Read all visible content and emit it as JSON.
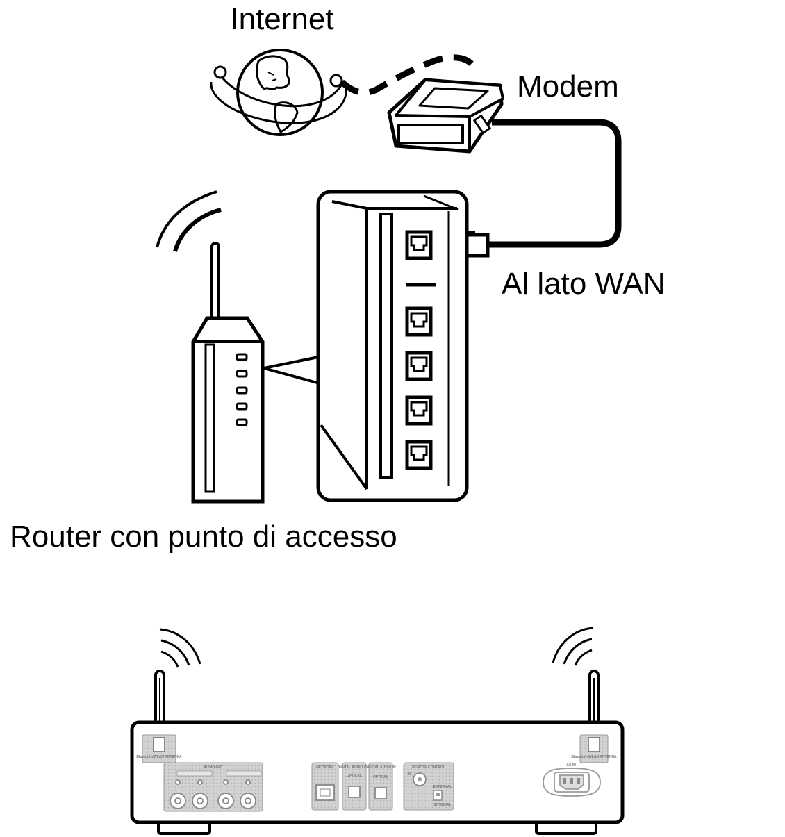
{
  "labels": {
    "internet": "Internet",
    "modem": "Modem",
    "wan": "Al lato WAN",
    "router": "Router con punto di accesso"
  },
  "rear_panel": {
    "antenna_left": "Bluetooth/WLAN ANTENNA",
    "antenna_right": "Bluetooth/WLAN ANTENNA",
    "audio_out": "AUDIO OUT",
    "network": "NETWORK",
    "digital_audio_out": "DIGITAL AUDIO OUT",
    "digital_audio_in": "DIGITAL AUDIO IN",
    "optical_out": "OPTICAL",
    "optical_in": "OPTICAL",
    "remote_control": "REMOTE CONTROL",
    "remote_in": "IN",
    "external": "EXTERNAL",
    "internal": "INTERNAL",
    "ac_in": "AC IN"
  }
}
